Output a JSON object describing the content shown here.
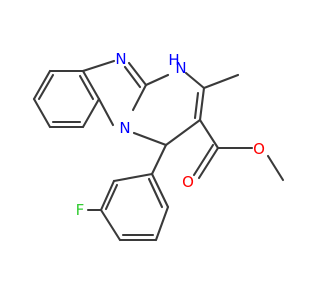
{
  "structure": {
    "atoms": {
      "fluorine": {
        "text": "F",
        "color": "#33cc33"
      },
      "oxygen_carbonyl": {
        "text": "O",
        "color": "#ff0000"
      },
      "oxygen_ester": {
        "text": "O",
        "color": "#ff0000"
      },
      "nitrogen_imine": {
        "text": "N",
        "color": "#0000ff"
      },
      "nitrogen_ring": {
        "text": "N",
        "color": "#0000ff"
      },
      "nitrogen_amine": {
        "text": "N",
        "color": "#0000ff"
      },
      "amine_hydrogen": {
        "text": "H",
        "color": "#0000ff"
      }
    },
    "bond_color": "#3a3a3a"
  }
}
